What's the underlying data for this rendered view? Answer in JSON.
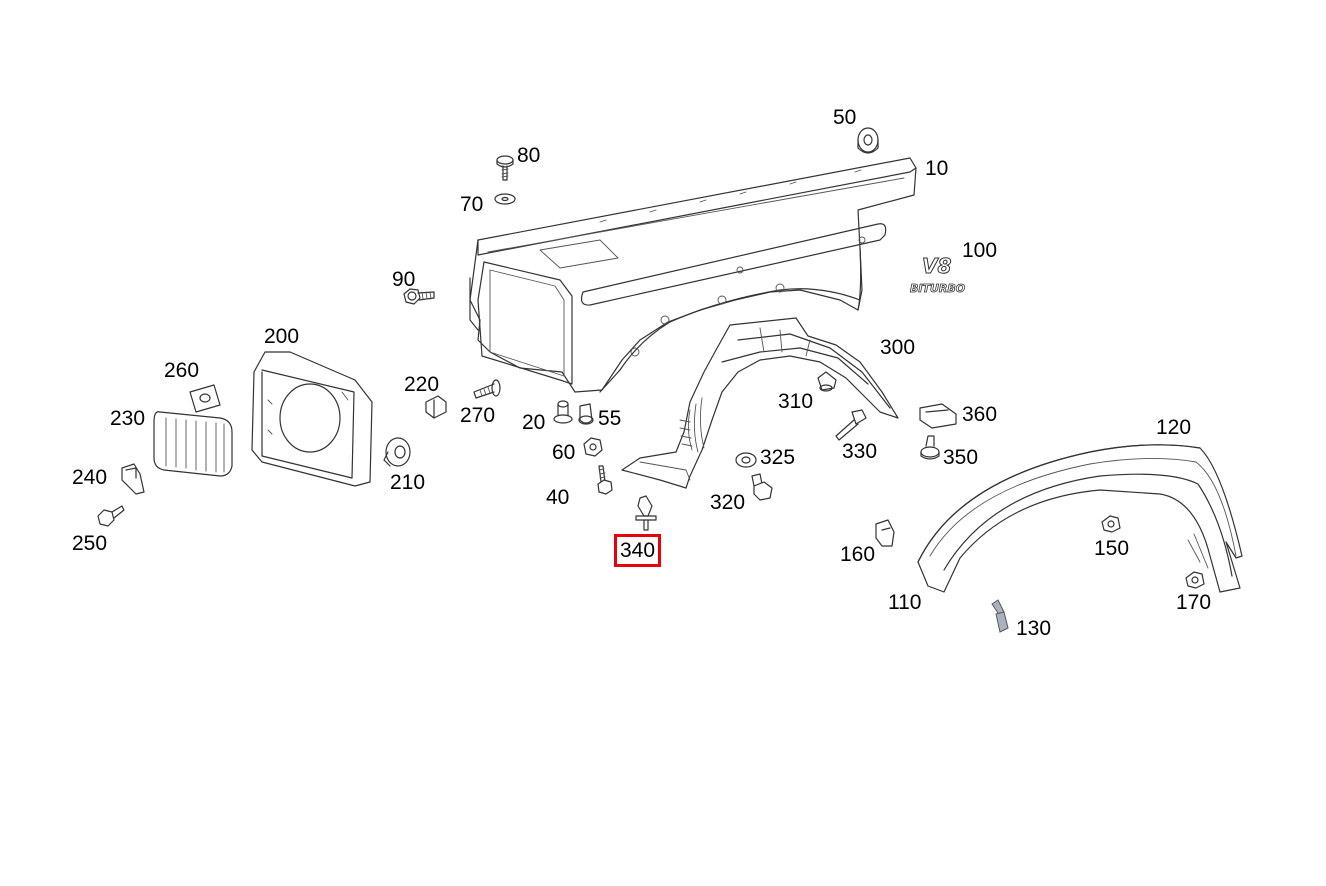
{
  "diagram": {
    "selected_part": "340",
    "parts": [
      {
        "id": "p10",
        "label": "10"
      },
      {
        "id": "p20",
        "label": "20"
      },
      {
        "id": "p40",
        "label": "40"
      },
      {
        "id": "p50",
        "label": "50"
      },
      {
        "id": "p55",
        "label": "55"
      },
      {
        "id": "p60",
        "label": "60"
      },
      {
        "id": "p70",
        "label": "70"
      },
      {
        "id": "p80",
        "label": "80"
      },
      {
        "id": "p90",
        "label": "90"
      },
      {
        "id": "p100",
        "label": "100"
      },
      {
        "id": "p110",
        "label": "110"
      },
      {
        "id": "p120",
        "label": "120"
      },
      {
        "id": "p130",
        "label": "130"
      },
      {
        "id": "p150",
        "label": "150"
      },
      {
        "id": "p160",
        "label": "160"
      },
      {
        "id": "p170",
        "label": "170"
      },
      {
        "id": "p200",
        "label": "200"
      },
      {
        "id": "p210",
        "label": "210"
      },
      {
        "id": "p220",
        "label": "220"
      },
      {
        "id": "p230",
        "label": "230"
      },
      {
        "id": "p240",
        "label": "240"
      },
      {
        "id": "p250",
        "label": "250"
      },
      {
        "id": "p260",
        "label": "260"
      },
      {
        "id": "p270",
        "label": "270"
      },
      {
        "id": "p300",
        "label": "300"
      },
      {
        "id": "p310",
        "label": "310"
      },
      {
        "id": "p320",
        "label": "320"
      },
      {
        "id": "p325",
        "label": "325"
      },
      {
        "id": "p330",
        "label": "330"
      },
      {
        "id": "p340",
        "label": "340"
      },
      {
        "id": "p350",
        "label": "350"
      },
      {
        "id": "p360",
        "label": "360"
      }
    ],
    "badge": {
      "top_text": "V8",
      "bottom_text": "BITURBO"
    },
    "colors": {
      "highlight": "#e8000d",
      "line": "#333333",
      "label": "#000000"
    }
  }
}
